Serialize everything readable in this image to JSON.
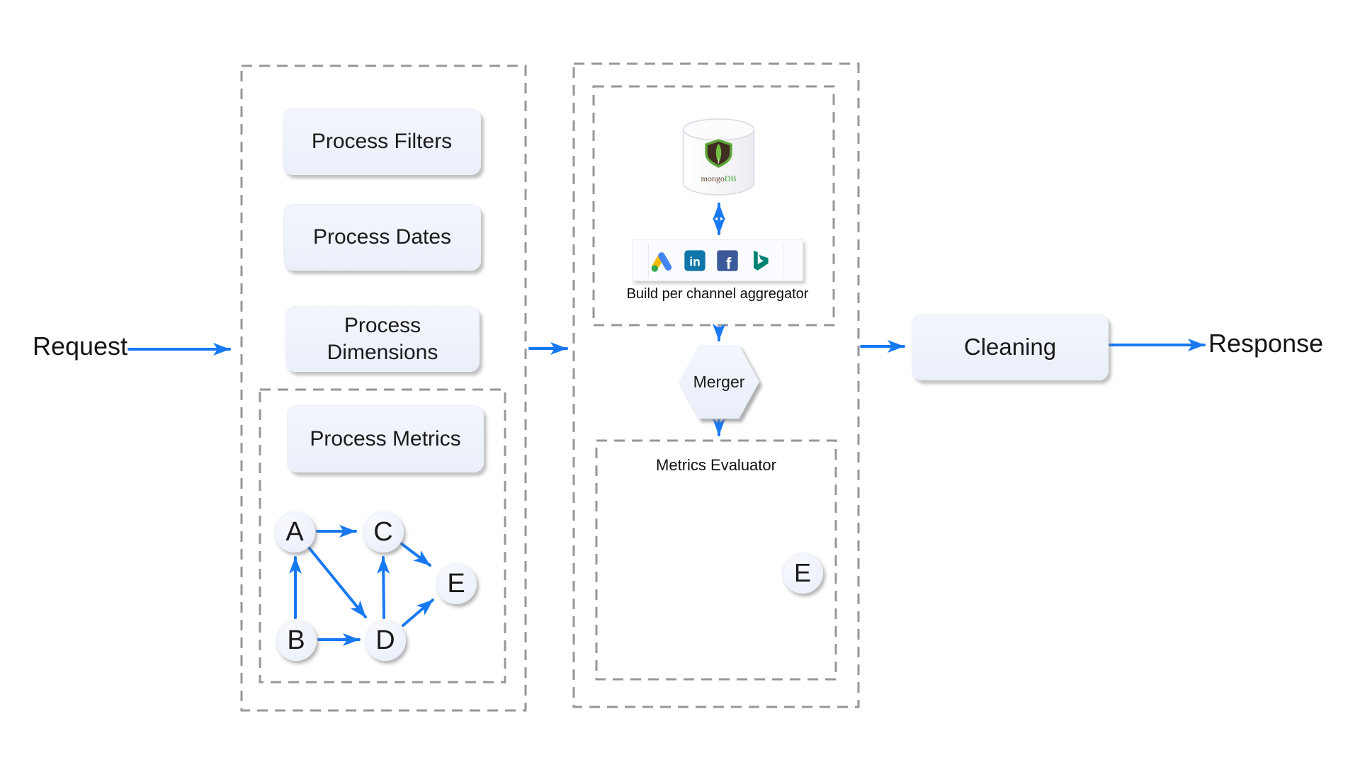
{
  "diagram": {
    "request_label": "Request",
    "response_label": "Response",
    "cleaning_label": "Cleaning",
    "stage1": {
      "boxes": [
        {
          "label": "Process Filters"
        },
        {
          "label": "Process Dates"
        },
        {
          "label": "Process Dimensions"
        },
        {
          "label": "Process Metrics"
        }
      ],
      "graph": {
        "nodes": [
          "A",
          "B",
          "C",
          "D",
          "E"
        ],
        "edges": [
          {
            "from": "A",
            "to": "C"
          },
          {
            "from": "B",
            "to": "A"
          },
          {
            "from": "A",
            "to": "D"
          },
          {
            "from": "B",
            "to": "D"
          },
          {
            "from": "D",
            "to": "C"
          },
          {
            "from": "C",
            "to": "E"
          },
          {
            "from": "D",
            "to": "E"
          }
        ]
      }
    },
    "stage2": {
      "datastore": {
        "brand_mongo": "mongo",
        "brand_db": "DB"
      },
      "channels": [
        {
          "name": "google-ads"
        },
        {
          "name": "linkedin",
          "glyph": "in"
        },
        {
          "name": "facebook",
          "glyph": "f"
        },
        {
          "name": "bing"
        }
      ],
      "aggregator_caption": "Build per channel aggregator",
      "merger_label": "Merger",
      "evaluator": {
        "title": "Metrics Evaluator",
        "node_label": "E"
      }
    }
  },
  "colors": {
    "arrow_blue": "#1779f2",
    "dashed_border": "#97979b",
    "box_fill": "#edf1fa",
    "google_ads_blue": "#4285f4",
    "google_ads_yellow": "#fbbc04",
    "google_ads_green": "#34a853",
    "linkedin": "#0e76a8",
    "facebook": "#3b5998",
    "bing": "#008272",
    "mongodb_leaf_green": "#71bf44",
    "mongodb_shield_dark": "#402d21"
  }
}
